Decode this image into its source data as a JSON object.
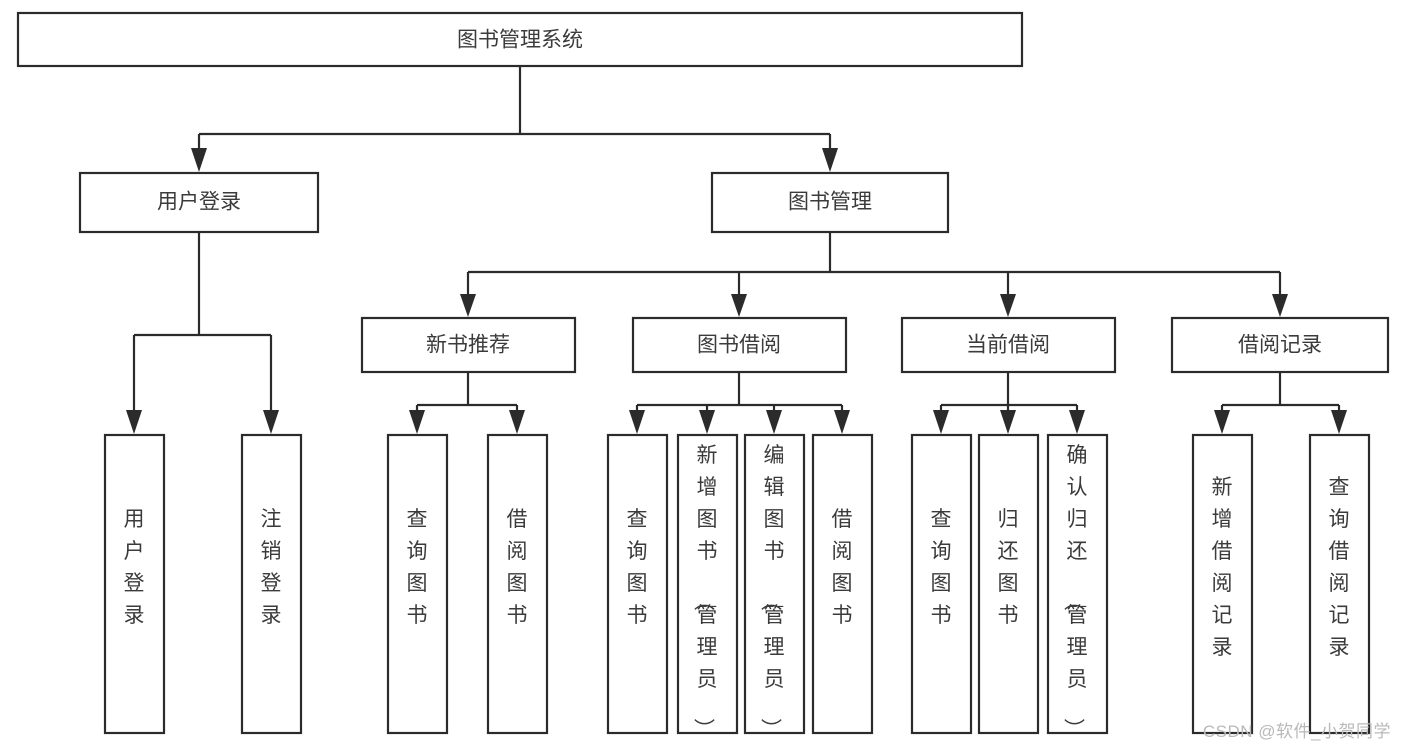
{
  "diagram": {
    "type": "tree-hierarchy",
    "title": "图书管理系统",
    "root": {
      "id": "root",
      "label": "图书管理系统",
      "level": 0
    },
    "level1": [
      {
        "id": "user-login",
        "label": "用户登录"
      },
      {
        "id": "book-management",
        "label": "图书管理"
      }
    ],
    "level2": [
      {
        "id": "new-book-recommend",
        "label": "新书推荐",
        "parent": "book-management"
      },
      {
        "id": "book-borrow",
        "label": "图书借阅",
        "parent": "book-management"
      },
      {
        "id": "current-borrow",
        "label": "当前借阅",
        "parent": "book-management"
      },
      {
        "id": "borrow-record",
        "label": "借阅记录",
        "parent": "book-management"
      }
    ],
    "leaves": [
      {
        "id": "leaf-user-login",
        "label": "用户登录",
        "parent": "user-login"
      },
      {
        "id": "leaf-logout-login",
        "label": "注销登录",
        "parent": "user-login"
      },
      {
        "id": "leaf-query-book-1",
        "label": "查询图书",
        "parent": "new-book-recommend"
      },
      {
        "id": "leaf-borrow-book-1",
        "label": "借阅图书",
        "parent": "new-book-recommend"
      },
      {
        "id": "leaf-query-book-2",
        "label": "查询图书",
        "parent": "book-borrow"
      },
      {
        "id": "leaf-add-book",
        "label": "新增图书（管理员）",
        "parent": "book-borrow"
      },
      {
        "id": "leaf-edit-book",
        "label": "编辑图书（管理员）",
        "parent": "book-borrow"
      },
      {
        "id": "leaf-borrow-book-2",
        "label": "借阅图书",
        "parent": "book-borrow"
      },
      {
        "id": "leaf-query-book-3",
        "label": "查询图书",
        "parent": "current-borrow"
      },
      {
        "id": "leaf-return-book",
        "label": "归还图书",
        "parent": "current-borrow"
      },
      {
        "id": "leaf-confirm-return",
        "label": "确认归还（管理员）",
        "parent": "current-borrow"
      },
      {
        "id": "leaf-add-record",
        "label": "新增借阅记录",
        "parent": "borrow-record"
      },
      {
        "id": "leaf-query-record",
        "label": "查询借阅记录",
        "parent": "borrow-record"
      }
    ],
    "colors": {
      "stroke": "#2b2b2b",
      "fill": "#ffffff",
      "text": "#3b3b3b",
      "watermark": "#b9b9b9"
    }
  },
  "watermark": {
    "label": "CSDN @软件_小贺同学"
  }
}
